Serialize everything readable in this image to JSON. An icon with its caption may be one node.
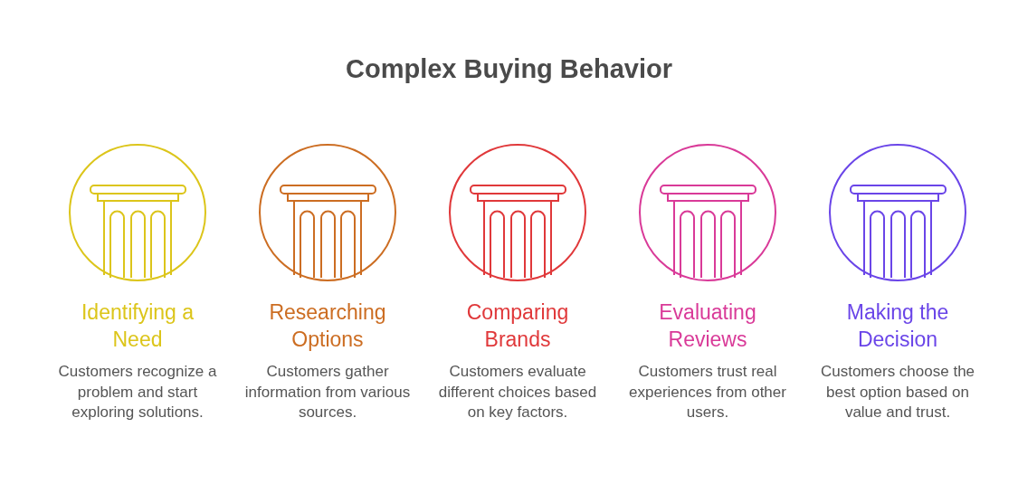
{
  "diagram": {
    "title": "Complex Buying Behavior",
    "nodes": [
      {
        "text": [
          "Identifying a Need",
          "Customers recognize a problem and start exploring solutions."
        ]
      },
      {
        "text": [
          "Researching Options",
          "Customers gather information from various sources."
        ]
      },
      {
        "text": [
          "Comparing Brands",
          "Customers evaluate different choices based on key factors."
        ]
      },
      {
        "text": [
          "Evaluating Reviews",
          "Customers trust real experiences from other users."
        ]
      },
      {
        "text": [
          "Making the Decision",
          "Customers choose the best option based on value and trust."
        ]
      }
    ],
    "edges": []
  }
}
